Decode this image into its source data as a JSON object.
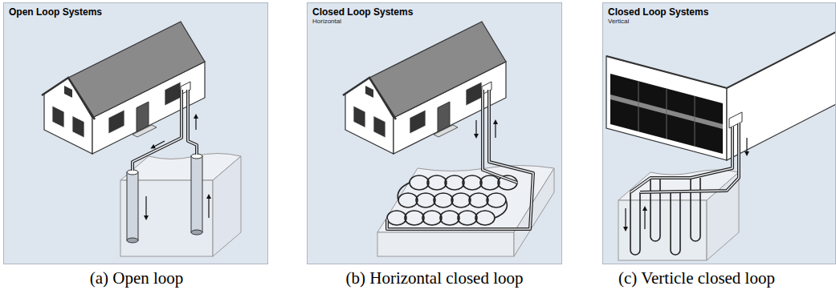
{
  "diagram": {
    "nodes": [
      {
        "text": [
          "Open Loop Systems"
        ]
      },
      {
        "text": [
          "Closed Loop Systems",
          "Horizontal"
        ]
      },
      {
        "text": [
          "Closed Loop Systems",
          "Vertical"
        ]
      }
    ],
    "labels": [
      "(a) Open loop",
      "(b) Horizontal closed loop",
      "(c) Verticle closed loop"
    ]
  }
}
